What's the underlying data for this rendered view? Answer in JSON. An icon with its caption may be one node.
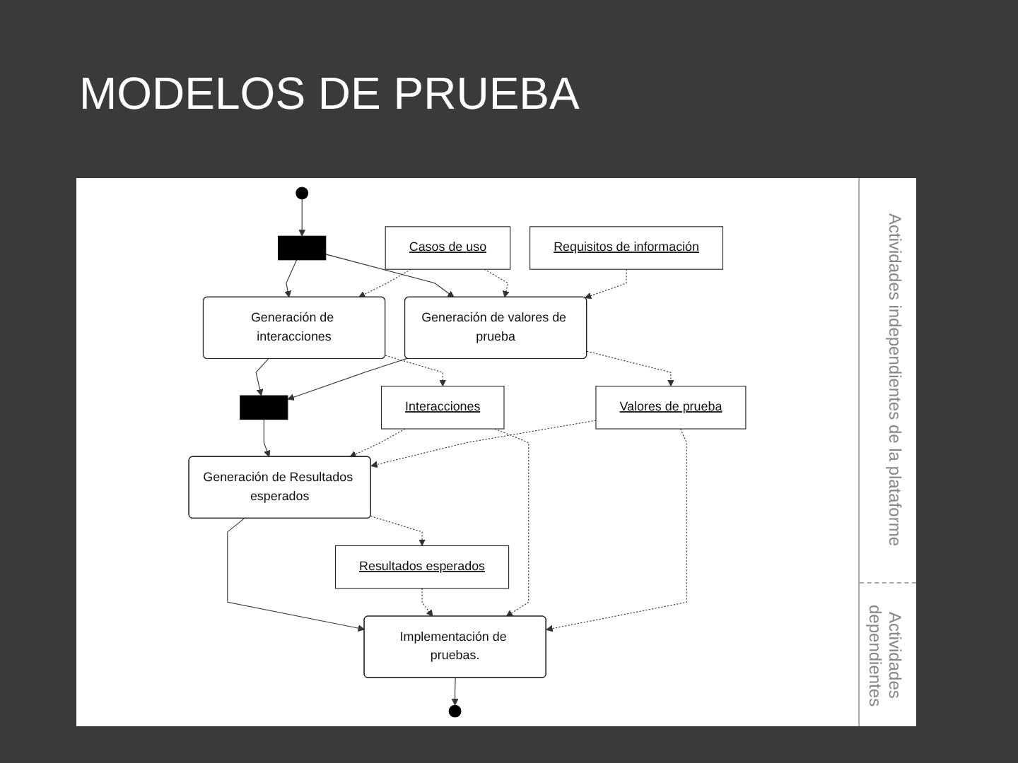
{
  "diagram": {
    "title": "MODELOS DE PRUEBA",
    "nodes": [
      {
        "text": [],
        "shape": "circle"
      },
      {
        "text": [],
        "shape": "bar"
      },
      {
        "text": [
          "Generación de interacciones"
        ]
      },
      {
        "text": [
          "Casos de uso"
        ]
      },
      {
        "text": [
          "Generación de valores de prueba"
        ]
      },
      {
        "text": [
          "Requisitos de información"
        ]
      },
      {
        "text": [
          "Interacciones"
        ]
      },
      {
        "text": [
          "Valores de prueba"
        ]
      },
      {
        "text": [],
        "shape": "bar"
      },
      {
        "text": [
          "Generación de Resultados esperados"
        ]
      },
      {
        "text": [
          "Resultados esperados"
        ]
      },
      {
        "text": [
          "Implementación de pruebas."
        ]
      },
      {
        "text": [],
        "shape": "circle"
      }
    ],
    "edges": [
      {
        "from": 0,
        "to": 1,
        "arrow": "to"
      },
      {
        "from": 1,
        "to": 2,
        "arrow": "to"
      },
      {
        "from": 1,
        "to": 4,
        "arrow": "to"
      },
      {
        "from": 3,
        "to": 2,
        "arrow": "to",
        "style": "dashed"
      },
      {
        "from": 3,
        "to": 4,
        "arrow": "to",
        "style": "dashed"
      },
      {
        "from": 5,
        "to": 4,
        "arrow": "to",
        "style": "dashed"
      },
      {
        "from": 2,
        "to": 8,
        "arrow": "to"
      },
      {
        "from": 4,
        "to": 8,
        "arrow": "to"
      },
      {
        "from": 2,
        "to": 6,
        "arrow": "to",
        "style": "dashed"
      },
      {
        "from": 4,
        "to": 7,
        "arrow": "to",
        "style": "dashed"
      },
      {
        "from": 8,
        "to": 9,
        "arrow": "to"
      },
      {
        "from": 6,
        "to": 9,
        "arrow": "to",
        "style": "dashed"
      },
      {
        "from": 7,
        "to": 9,
        "arrow": "to",
        "style": "dashed"
      },
      {
        "from": 9,
        "to": 10,
        "arrow": "to",
        "style": "dashed"
      },
      {
        "from": 9,
        "to": 11,
        "arrow": "to"
      },
      {
        "from": 10,
        "to": 11,
        "arrow": "to",
        "style": "dashed"
      },
      {
        "from": 6,
        "to": 11,
        "arrow": "to",
        "style": "dashed"
      },
      {
        "from": 7,
        "to": 11,
        "arrow": "to",
        "style": "dashed"
      },
      {
        "from": 11,
        "to": 12,
        "arrow": "to"
      }
    ],
    "labels": [
      "Actividades independientes de la plataforme",
      "Actividades dependientes"
    ]
  }
}
